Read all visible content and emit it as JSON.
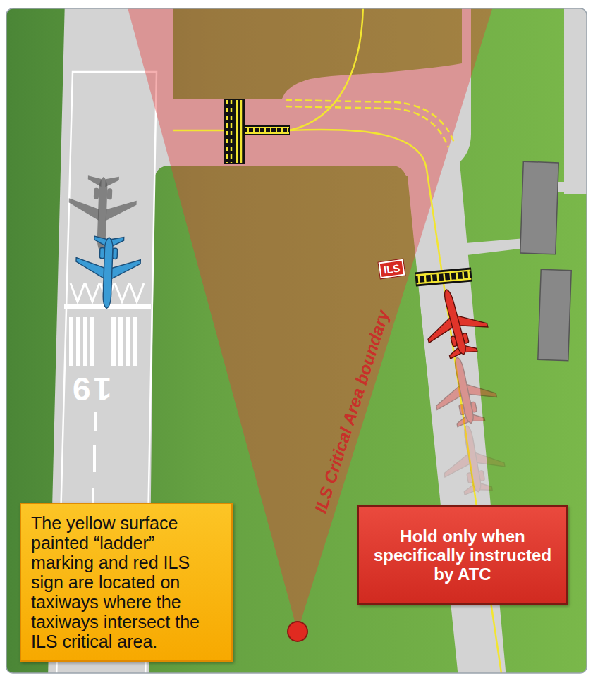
{
  "diagram": {
    "nodes": [
      {
        "text": [
          "ILS"
        ]
      },
      {
        "text": [
          "The yellow surface painted “ladder” marking and red ILS sign are located on taxiways where the taxiways intersect the ILS critical area."
        ]
      },
      {
        "text": [
          "Hold only when specifically instructed by ATC"
        ]
      }
    ],
    "labels": [
      "19",
      "ILS Critical Area boundary"
    ]
  }
}
